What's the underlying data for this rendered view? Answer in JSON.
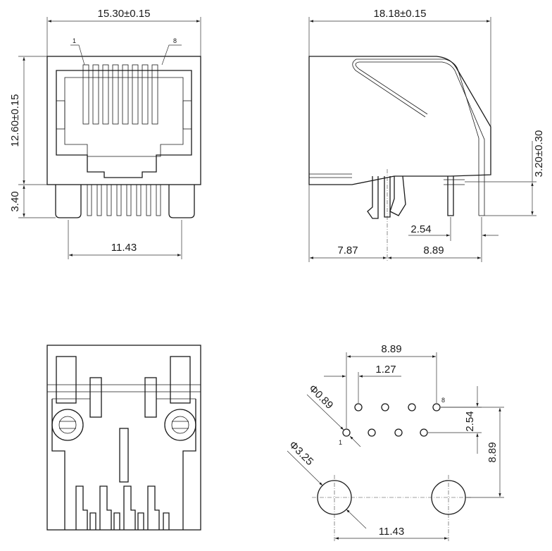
{
  "front_view": {
    "width_label": "15.30±0.15",
    "height_label": "12.60±0.15",
    "pin_height_label": "3.40",
    "shield_spacing_label": "11.43",
    "pin_first_label": "1",
    "pin_last_label": "8"
  },
  "side_view": {
    "depth_label": "18.18±0.15",
    "pin_length_label": "3.20±0.30",
    "pin_offset_label": "2.54",
    "front_to_pin_label": "7.87",
    "pin_to_pin_label": "8.89"
  },
  "footprint": {
    "row_span_label": "8.89",
    "pitch_label": "1.27",
    "pin_hole_label": "Φ0.89",
    "mount_hole_label": "Φ3.25",
    "row_gap_label": "2.54",
    "vertical_span_label": "8.89",
    "mount_spacing_label": "11.43",
    "pin_first_label": "1",
    "pin_last_label": "8"
  }
}
